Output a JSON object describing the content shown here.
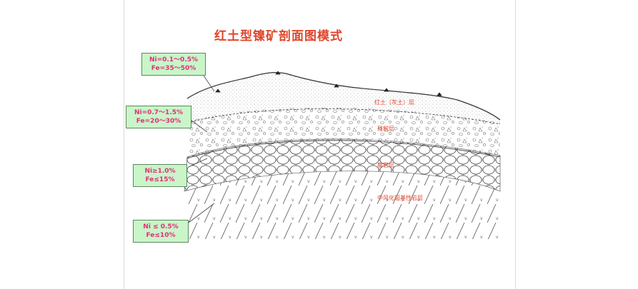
{
  "title": "红土型镍矿剖面图模式",
  "layers": [
    {
      "name": "红土（灰土）层"
    },
    {
      "name": "残积层"
    },
    {
      "name": "腐岩层"
    },
    {
      "name": "中风化超基性岩层"
    }
  ],
  "callouts": [
    {
      "line1": "Ni=0.1～0.5%",
      "line2": "Fe=35～50%"
    },
    {
      "line1": "Ni=0.7～1.5%",
      "line2": "Fe=20～30%"
    },
    {
      "line1": "Ni≥1.0%",
      "line2": "Fe≤15%"
    },
    {
      "line1": "Ni ≤ 0.5%",
      "line2": "Fe≤10%"
    }
  ],
  "colors": {
    "title": "#e0442a",
    "callout_fill": "#c9f5c9",
    "callout_text": "#e0307a",
    "layer_label": "#e0442a"
  }
}
